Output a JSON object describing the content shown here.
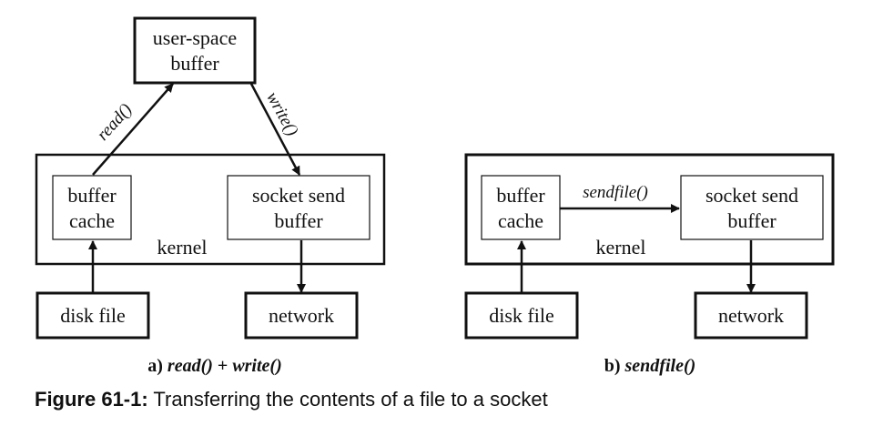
{
  "diagram_a": {
    "user_space_buffer": [
      "user-space",
      "buffer"
    ],
    "buffer_cache": [
      "buffer",
      "cache"
    ],
    "socket_send_buffer": [
      "socket send",
      "buffer"
    ],
    "kernel": "kernel",
    "disk_file": "disk file",
    "network": "network",
    "read_label": "read()",
    "write_label": "write()",
    "caption": {
      "prefix": "a) ",
      "read": "read()",
      "plus": " + ",
      "write": "write()"
    }
  },
  "diagram_b": {
    "buffer_cache": [
      "buffer",
      "cache"
    ],
    "socket_send_buffer": [
      "socket send",
      "buffer"
    ],
    "kernel": "kernel",
    "disk_file": "disk file",
    "network": "network",
    "sendfile_label": "sendfile()",
    "caption": {
      "prefix": "b) ",
      "sendfile": "sendfile()"
    }
  },
  "figure": {
    "label": "Figure 61-1:",
    "text": " Transferring the contents of a file to a socket"
  },
  "colors": {
    "ink": "#111111",
    "background": "#ffffff"
  }
}
